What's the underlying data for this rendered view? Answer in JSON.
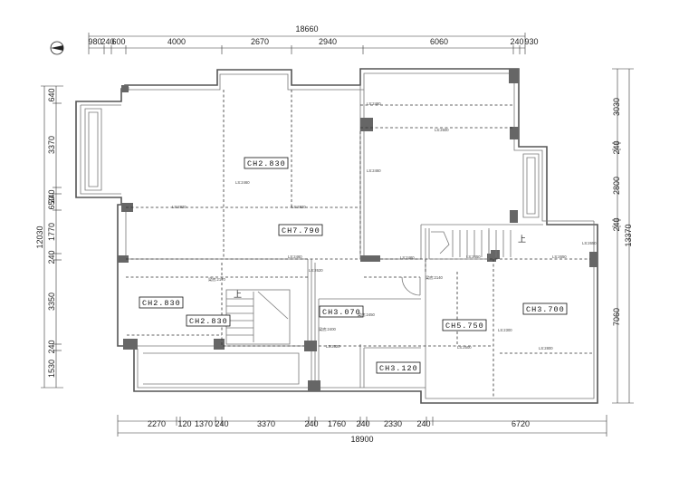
{
  "drawing": {
    "top_total": "18660",
    "top_dims": [
      "980",
      "240",
      "600",
      "4000",
      "2670",
      "2940",
      "6060",
      "240",
      "930"
    ],
    "bottom_total": "18900",
    "bottom_dims": [
      "2270",
      "120",
      "1370",
      "240",
      "3370",
      "240",
      "1760",
      "240",
      "2330",
      "240",
      "6720"
    ],
    "left_total": "12030",
    "left_dims": [
      "640",
      "3370",
      "240",
      "650",
      "1770",
      "240",
      "3350",
      "240",
      "1530"
    ],
    "right_total": "13370",
    "right_dims": [
      "3030",
      "240",
      "2800",
      "240",
      "7060"
    ],
    "room_heights": [
      "CH2.830",
      "CH7.790",
      "CH2.830",
      "CH2.830",
      "CH3.070",
      "CH5.750",
      "CH3.700",
      "CH3.120"
    ],
    "stair_marks": [
      "上",
      "上"
    ],
    "beam_notes": [
      "LS:2460",
      "LS:2600",
      "LS:2460",
      "LS:2460",
      "LS:2820",
      "LS:2820",
      "LS:2460",
      "LS:2620",
      "梁底:2170",
      "梁底:2140",
      "LS:2820",
      "LS:2460",
      "梁底:2450",
      "梁底:2400",
      "LS:2800",
      "LS:2650",
      "LS:2500",
      "LS:2300",
      "LS:2450",
      "LS:2650"
    ]
  }
}
